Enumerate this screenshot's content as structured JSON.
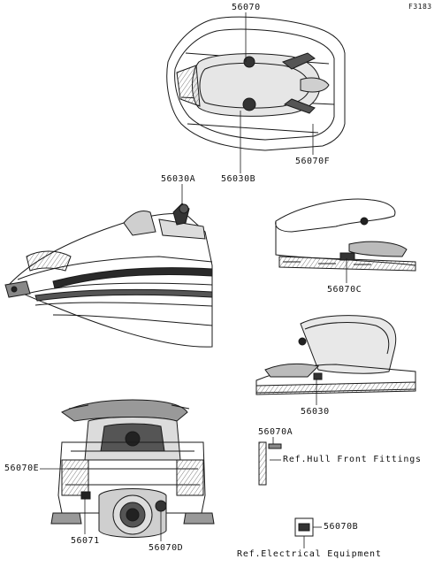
{
  "figure_code": "F3183",
  "callouts": {
    "c56070": "56070",
    "c56070f": "56070F",
    "c56030b": "56030B",
    "c56030a": "56030A",
    "c56070c": "56070C",
    "c56030": "56030",
    "c56070a": "56070A",
    "c56070e": "56070E",
    "c56071": "56071",
    "c56070d": "56070D",
    "c56070b": "56070B"
  },
  "references": {
    "hull_front_fittings": "Ref.Hull Front Fittings",
    "electrical_equipment": "Ref.Electrical Equipment"
  },
  "colors": {
    "line": "#1a1a1a",
    "hatch": "#333333",
    "fill_dark": "#2a2a2a",
    "fill_mid": "#777777",
    "fill_light": "#cfcfcf"
  }
}
